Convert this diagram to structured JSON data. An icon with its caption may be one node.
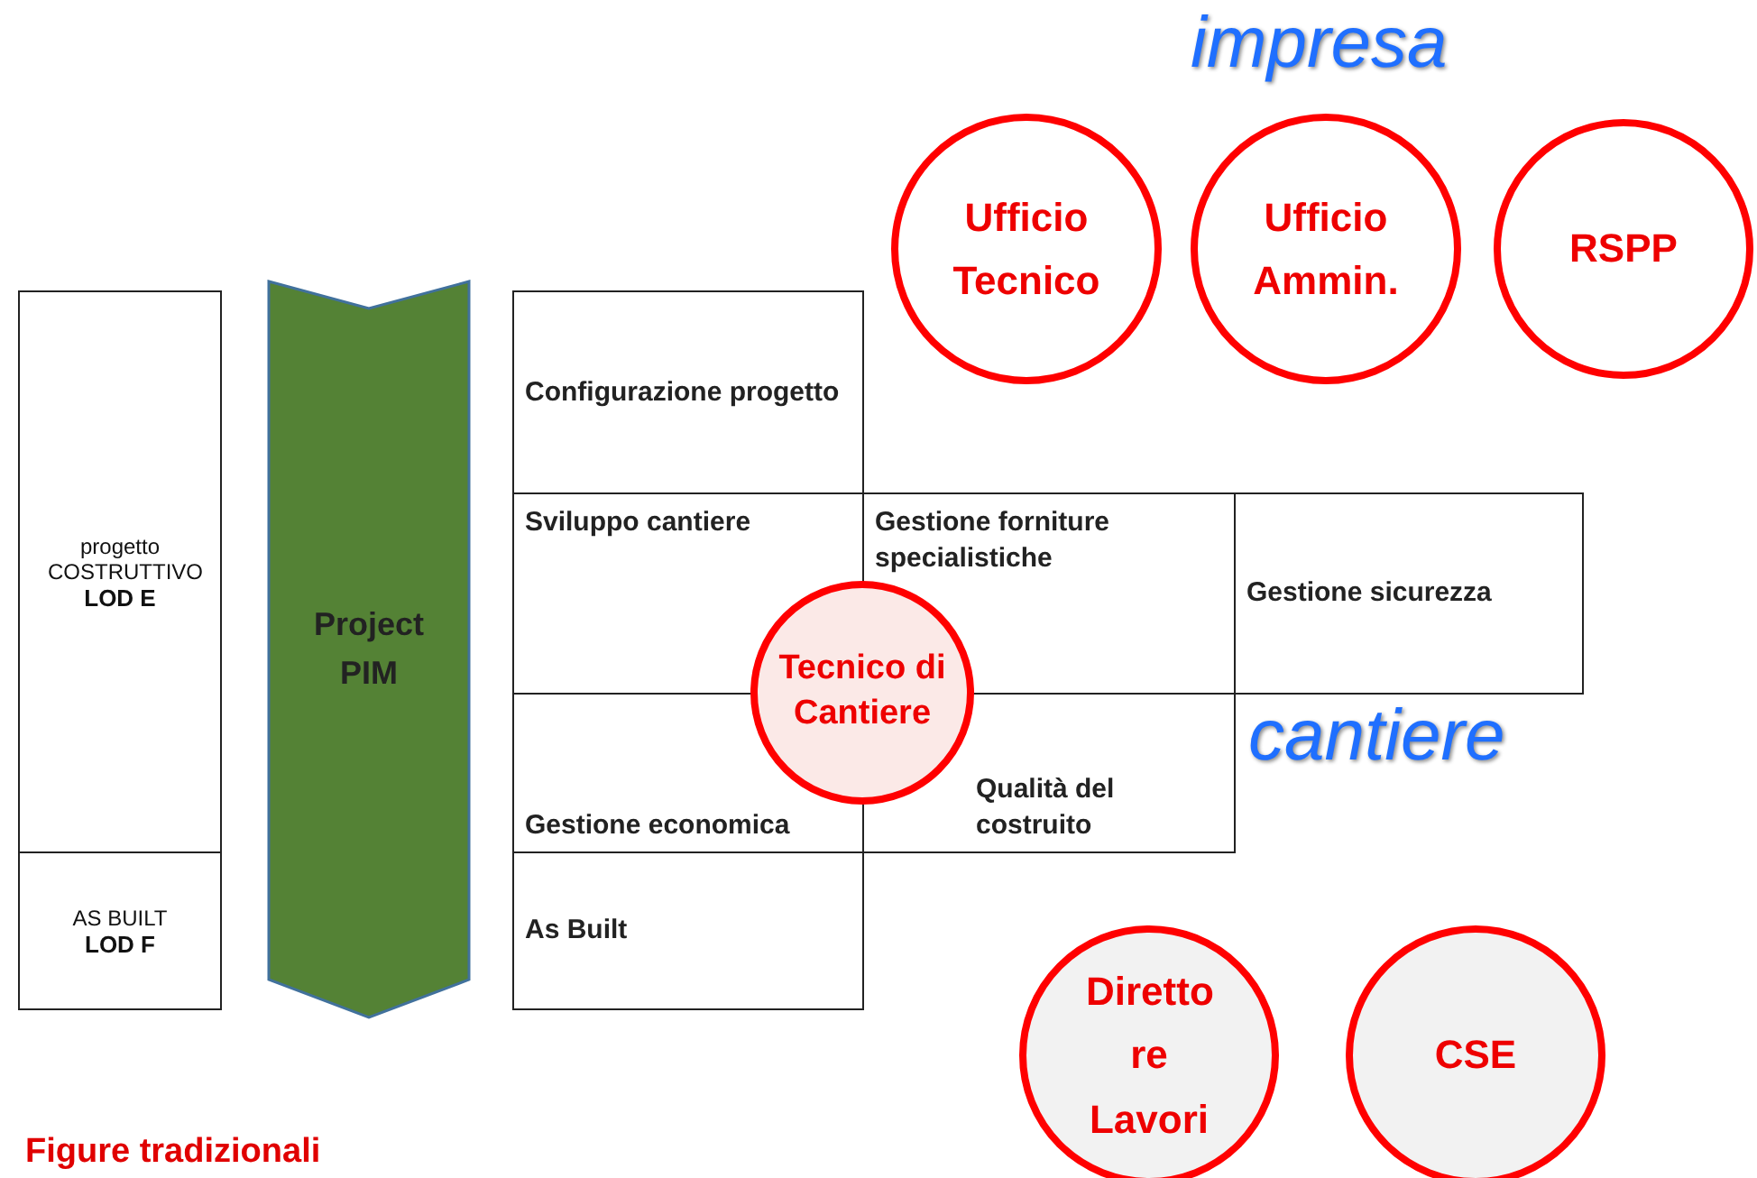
{
  "diagram": {
    "nodes": [
      {
        "text": [
          "progetto COSTRUTTIVO",
          "LOD E"
        ]
      },
      {
        "text": [
          "AS BUILT",
          "LOD F"
        ]
      },
      {
        "text": [
          "Project PIM"
        ]
      },
      {
        "text": [
          "Configurazione progetto"
        ]
      },
      {
        "text": [
          "Sviluppo cantiere"
        ]
      },
      {
        "text": [
          "Gestione forniture specialistiche"
        ]
      },
      {
        "text": [
          "Gestione sicurezza"
        ]
      },
      {
        "text": [
          "Gestione economica"
        ]
      },
      {
        "text": [
          "Qualità del costruito"
        ]
      },
      {
        "text": [
          "As Built"
        ]
      },
      {
        "text": [
          "Ufficio Tecnico"
        ]
      },
      {
        "text": [
          "Ufficio Ammin."
        ]
      },
      {
        "text": [
          "RSPP"
        ]
      },
      {
        "text": [
          "Tecnico di Cantiere"
        ]
      },
      {
        "text": [
          "Diretto re Lavori"
        ]
      },
      {
        "text": [
          "CSE"
        ]
      }
    ],
    "labels": [
      "impresa",
      "cantiere",
      "Figure tradizionali"
    ]
  }
}
